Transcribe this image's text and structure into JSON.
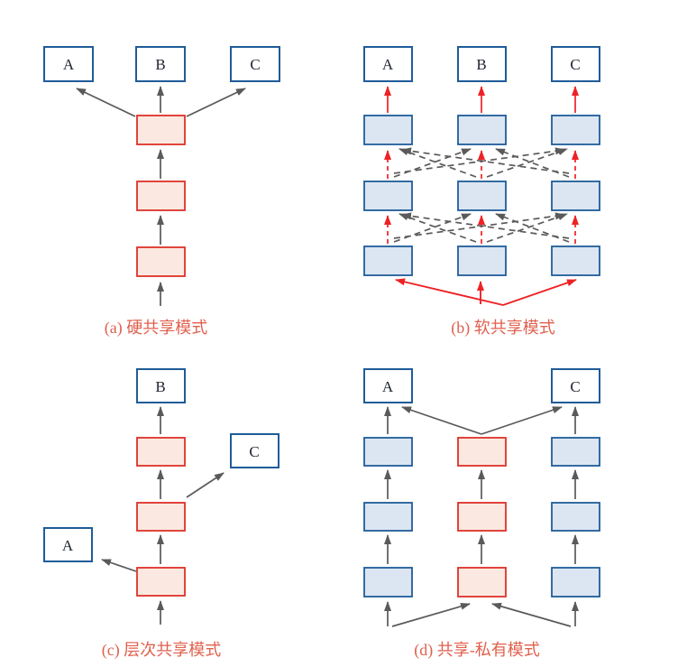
{
  "figure": {
    "panels": {
      "a": {
        "caption": "(a) 硬共享模式",
        "tasks": [
          "A",
          "B",
          "C"
        ],
        "shared_layers": 3
      },
      "b": {
        "caption": "(b) 软共享模式",
        "tasks": [
          "A",
          "B",
          "C"
        ],
        "columns": 3,
        "layers_per_column": 3
      },
      "c": {
        "caption": "(c) 层次共享模式",
        "tasks": {
          "top": "B",
          "middle": "C",
          "bottom": "A"
        },
        "shared_layers": 3
      },
      "d": {
        "caption": "(d) 共享-私有模式",
        "tasks": {
          "left": "A",
          "right": "C"
        },
        "shared_layers": 3,
        "private_layers_per_task": 3
      }
    }
  },
  "colors": {
    "background": "#ffffff",
    "task_box_border": "#1f5c99",
    "task_box_fill": "#ffffff",
    "shared_box_border": "#dd3129",
    "shared_box_fill": "#fbe9e1",
    "private_box_border": "#1f5c99",
    "private_box_fill": "#dce6f2",
    "gray_arrow": "#5a5a5a",
    "red_arrow": "#ee2224",
    "caption_text": "#e0604e",
    "label_text": "#1f2430"
  }
}
